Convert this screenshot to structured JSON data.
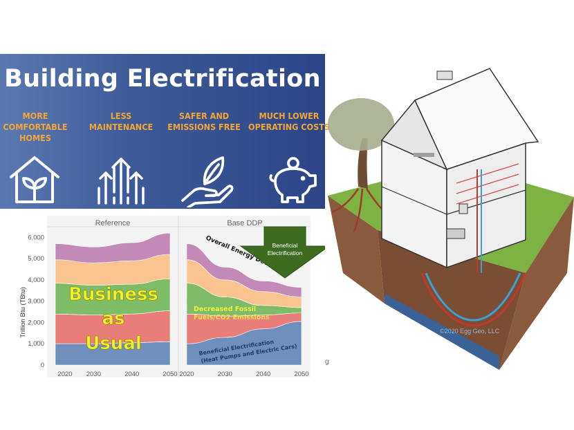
{
  "banner": {
    "title": "Building Electrification",
    "benefits": [
      {
        "label": "MORE COMFORTABLE HOMES",
        "icon": "house-plant-icon"
      },
      {
        "label": "LESS MAINTENANCE",
        "icon": "upward-arrows-icon"
      },
      {
        "label": "SAFER AND EMISSIONS FREE",
        "icon": "hand-leaf-icon"
      },
      {
        "label": "MUCH LOWER OPERATING COSTS",
        "icon": "piggy-bank-icon"
      }
    ]
  },
  "chart_data": {
    "type": "area",
    "ylabel": "Trillion Btu (TBtu)",
    "yticks": [
      "0",
      "1,000",
      "2,000",
      "3,000",
      "4,000",
      "5,000",
      "6,000"
    ],
    "ylim": [
      0,
      6500
    ],
    "panels": [
      {
        "title": "Reference",
        "x": [
          2020,
          2030,
          2040,
          2050
        ],
        "series": [
          {
            "color": "#6f8fbd",
            "values": [
              1000,
              1000,
              1050,
              1100
            ]
          },
          {
            "color": "#e87d7a",
            "values": [
              1400,
              1350,
              1350,
              1450
            ]
          },
          {
            "color": "#7fbc67",
            "values": [
              1450,
              1400,
              1400,
              1500
            ]
          },
          {
            "color": "#f9c48f",
            "values": [
              1100,
              1050,
              1100,
              1150
            ]
          },
          {
            "color": "#c48ab7",
            "values": [
              750,
              750,
              850,
              1000
            ]
          }
        ],
        "annotation": "Business as Usual"
      },
      {
        "title": "Base DDP",
        "x": [
          2020,
          2030,
          2040,
          2050
        ],
        "series": [
          {
            "color": "#6f8fbd",
            "values": [
              1000,
              1300,
              1700,
              2050
            ]
          },
          {
            "color": "#e87d7a",
            "values": [
              1400,
              1000,
              650,
              400
            ]
          },
          {
            "color": "#7fbc67",
            "values": [
              1450,
              900,
              450,
              250
            ]
          },
          {
            "color": "#f9c48f",
            "values": [
              1100,
              800,
              650,
              500
            ]
          },
          {
            "color": "#c48ab7",
            "values": [
              750,
              600,
              500,
              450
            ]
          }
        ],
        "annotations": [
          "Overall Energy Decrease",
          "Decreased Fossil",
          "Fuels/CO2 Emissions",
          "Beneficial Electrification",
          "(Heat Pumps and Electric Cars)",
          "Beneficial Electrification"
        ]
      }
    ],
    "xticks": [
      "2020",
      "2030",
      "2040",
      "2050"
    ]
  },
  "illustration": {
    "credit": "©2020 Egg Geo, LLC",
    "stray": "g"
  }
}
